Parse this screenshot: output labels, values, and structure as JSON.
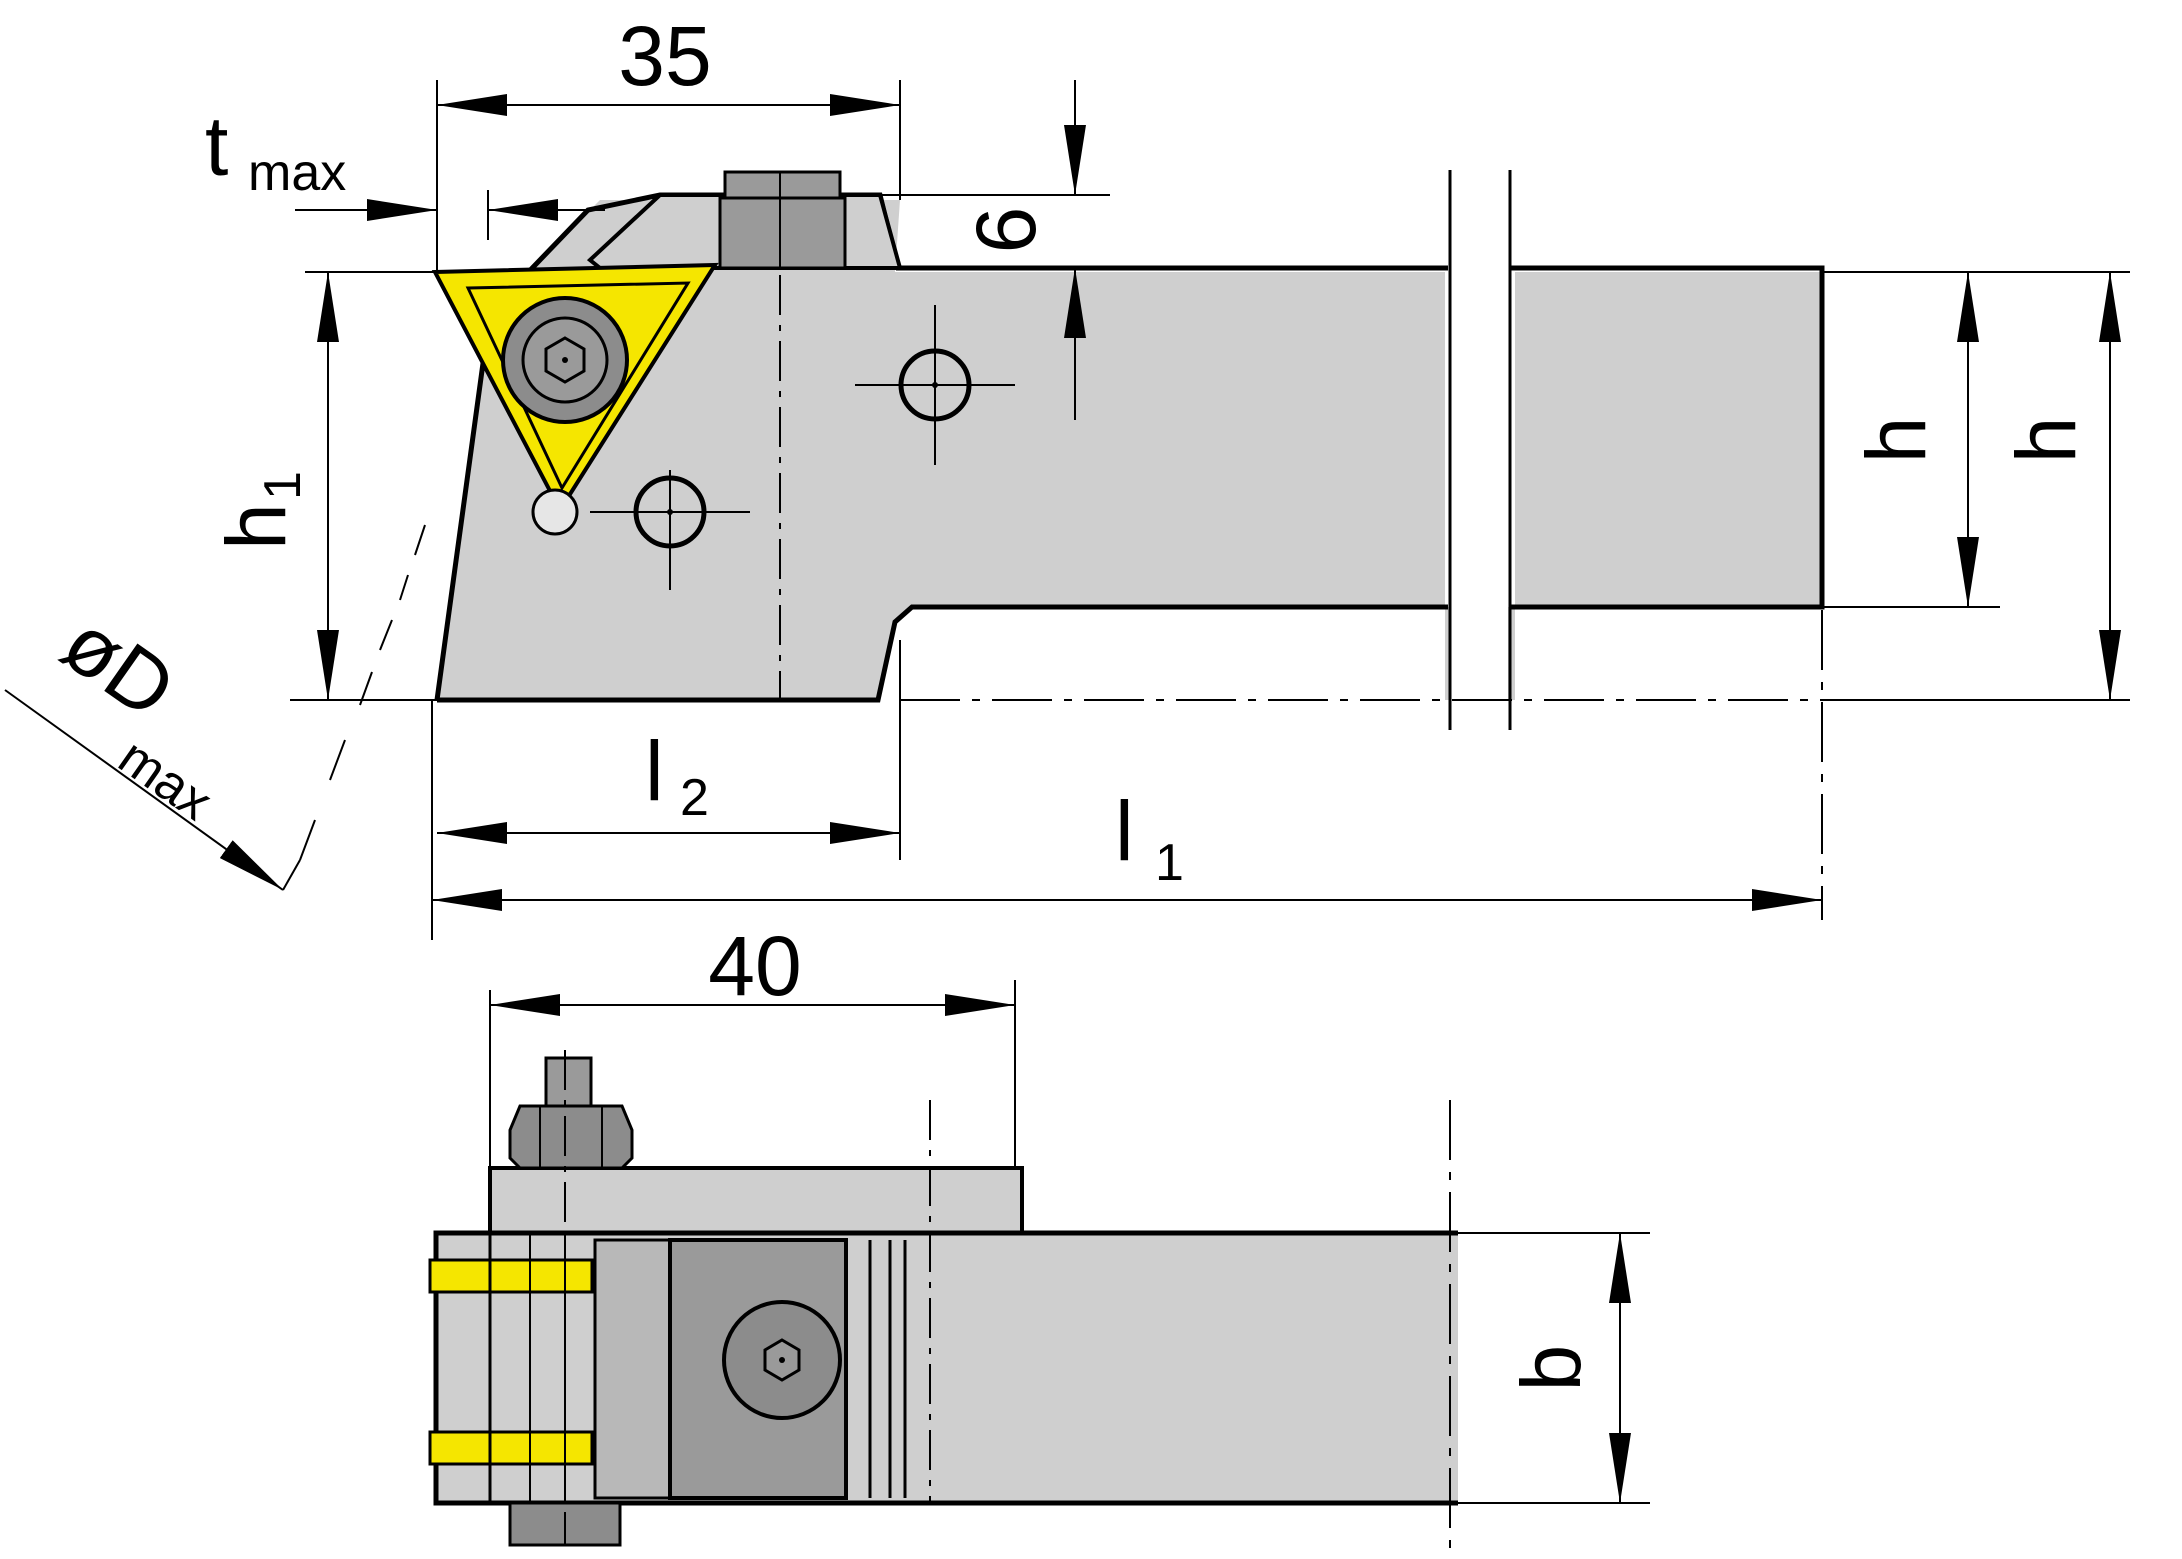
{
  "colors": {
    "body": "#cfcfcf",
    "body_dark": "#8c8c8c",
    "insert": "#f5e600",
    "outline": "#000000",
    "background": "#ffffff"
  },
  "labels": {
    "dim_35": "35",
    "dim_40": "40",
    "dim_6": "6",
    "t": "t",
    "t_sub": "max",
    "h1": "h",
    "h1_sub": "1",
    "h_inner": "h",
    "h_outer": "h",
    "l1": "l",
    "l1_sub": "1",
    "l2": "l",
    "l2_sub": "2",
    "d_prefix": "øD",
    "d_sub": "max",
    "b": "b"
  },
  "icons": {
    "insert": "triangular-insert-icon",
    "screw": "hex-socket-screw-icon",
    "nut": "hex-nut-icon"
  }
}
